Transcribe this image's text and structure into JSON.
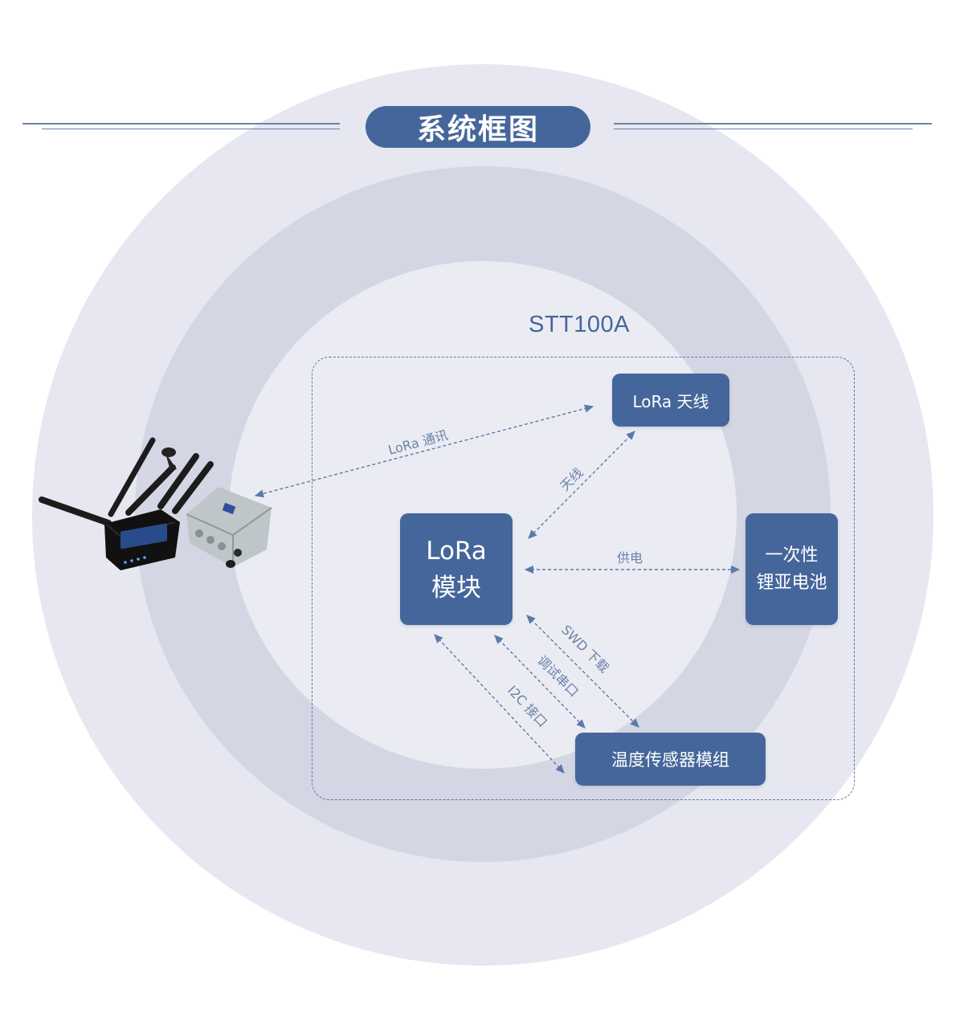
{
  "title": "系统框图",
  "system_label": "STT100A",
  "nodes": {
    "lora_antenna": "LoRa 天线",
    "lora_module": "LoRa\n模块",
    "battery": "一次性\n锂亚电池",
    "sensor": "温度传感器模组"
  },
  "edges": {
    "lora_comm": "LoRa 通讯",
    "antenna": "天线",
    "power": "供电",
    "swd": "SWD 下载",
    "debug_uart": "调试串口",
    "i2c": "I2C 接口"
  },
  "colors": {
    "primary": "#45669a",
    "ring_outer": "#e6e7f0",
    "ring_mid": "#d4d6e4",
    "ring_inner": "#ebecf3",
    "edge_line": "#5c79a8",
    "edge_text": "#6a82a8"
  },
  "icons": {
    "gateway": "lora-gateway-with-antennas-image",
    "device": "stt100a-sensor-box-image"
  }
}
